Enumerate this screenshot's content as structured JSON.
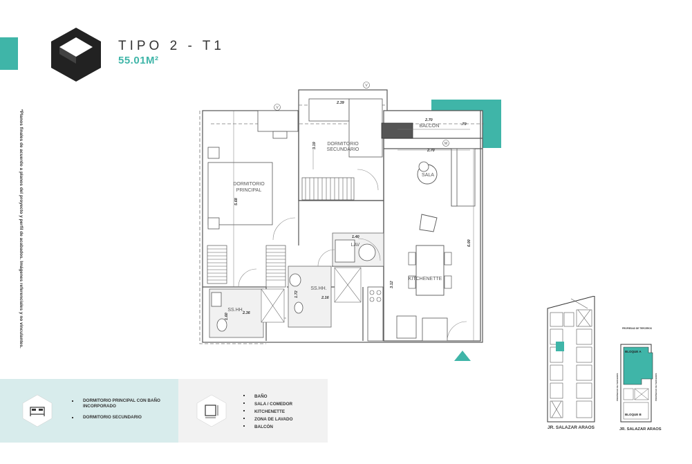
{
  "header": {
    "title": "TIPO 2 - T1",
    "area": "55.01M²"
  },
  "disclaimer": "*Planos finales de acuerdo a planos del proyecto y perfil de acabados. Imágenes referenciales y no vinculantes.",
  "plan": {
    "rooms": {
      "dormitorio_principal": [
        "DORMITORIO",
        "PRINCIPAL"
      ],
      "dormitorio_secundario": [
        "DORMITORIO",
        "SECUNDARIO"
      ],
      "balcon": "BALCON",
      "sala": "SALA",
      "kitchenette": "KITCHENETTE",
      "lav": "LAV",
      "sshh_1": "SS.HH.",
      "sshh_2": "SS.HH."
    },
    "dimensions": {
      "d_239": "2.39",
      "d_270a": "2.70",
      "d_270b": "2.70",
      "d_70": ".70",
      "d_319": "3.19",
      "d_568": "5.68",
      "d_600": "6.00",
      "d_140": "1.40",
      "d_172": "1.72",
      "d_216": "2.16",
      "d_236": "2.36",
      "d_312": "3.12",
      "d_160": "1.60"
    },
    "markers": {
      "v1": "V",
      "v2": "V",
      "m": "M"
    }
  },
  "legend": {
    "left_items": [
      "DORMITORIO PRINCIPAL CON BAÑO INCORPORADO",
      "DORMITORIO SECUNDARIO"
    ],
    "right_items": [
      "BAÑO",
      "SALA / COMEDOR",
      "KITCHENETTE",
      "ZONA DE LAVADO",
      "BALCÓN"
    ]
  },
  "keyplans": {
    "left_street": "JR. SALAZAR ARAOS",
    "right_street": "JR. SALAZAR ARAOS",
    "right_top_label": "PROPIEDAD DE TERCEROS",
    "side_label_left": "PROPIEDAD DE TERCEROS",
    "side_label_right": "PROPIEDAD DE TERCEROS",
    "bloque_a": "BLOQUE A",
    "bloque_b": "BLOQUE B"
  },
  "colors": {
    "accent": "#3fb5a8",
    "logo": "#222222"
  }
}
